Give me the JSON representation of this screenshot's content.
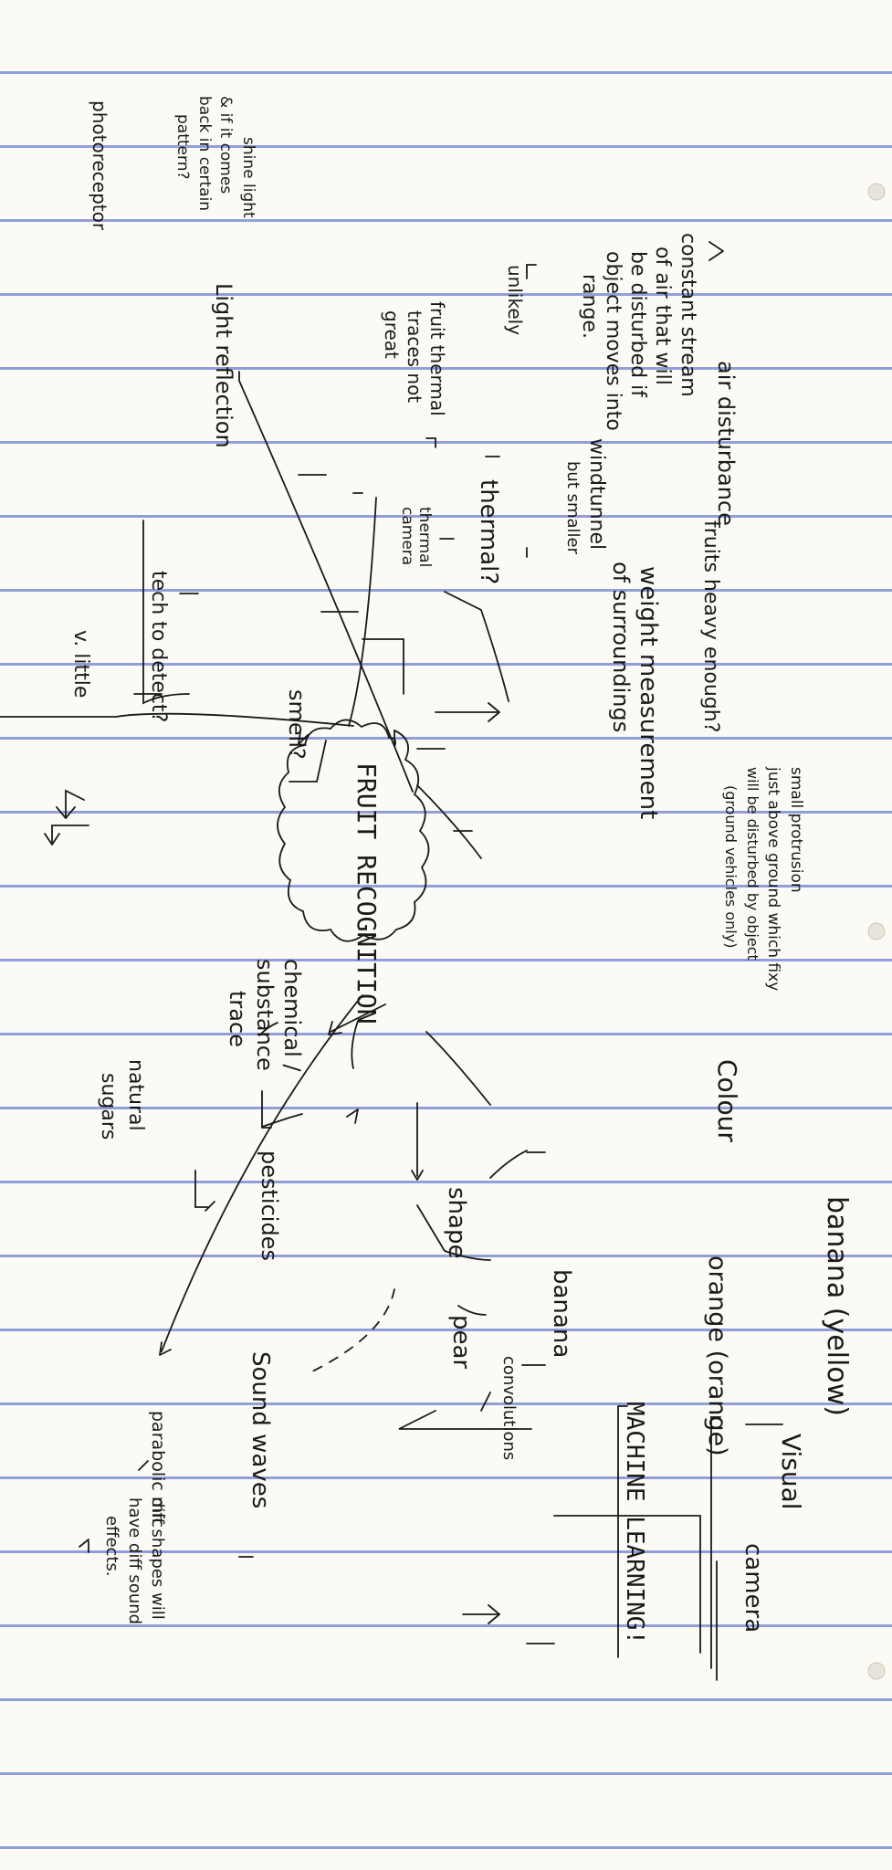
{
  "colors": {
    "ink": "#1c1a18",
    "paper": "#fbfaf4",
    "rule": "#7d8fd6",
    "desk": "#5a3a26"
  },
  "center": {
    "label": "FRUIT RECOGNITION"
  },
  "visual_branch": {
    "colour": "Colour",
    "banana_yellow": "banana (yellow)",
    "orange_orange": "orange (orange)",
    "shape": "shape",
    "banana": "banana",
    "pear": "pear",
    "visual": "Visual",
    "camera": "camera",
    "machine_learning": "MACHINE LEARNING!",
    "convolutions": "convolutions"
  },
  "sound_branch": {
    "sound_waves": "Sound waves",
    "parabolic_mic": "parabolic mic",
    "diff_shapes_1": "diff shapes will",
    "diff_shapes_2": "have diff sound",
    "diff_shapes_3": "effects."
  },
  "chemical_branch": {
    "chemical": "chemical /",
    "substance": "substance",
    "trace": "trace",
    "natural": "natural",
    "sugars": "sugars",
    "pesticides": "pesticides"
  },
  "smell_branch": {
    "smell": "smell?",
    "tech_to_detect": "tech to detect?",
    "v_little": "v. little"
  },
  "weight_branch": {
    "weight_measurement": "weight measurement",
    "of_surroundings": "of surroundings",
    "fruits_heavy_enough": "fruits heavy enough?",
    "small_protrusion": "small protrusion",
    "just_above_ground": "just above ground which fixy",
    "will_be_disturbed": "will be disturbed by object",
    "ground_vehicle": "(ground vehicles only)",
    "air_disturbance": "air disturbance",
    "constant_stream": "constant stream",
    "of_air_that_will": "of air that will",
    "be_disturbed_if": "be disturbed if",
    "object_moves_into": "object moves into",
    "range": "range.",
    "windtunnel": "windtunnel",
    "but_smaller": "but smaller",
    "unlikely": "unlikely"
  },
  "thermal_branch": {
    "thermal": "thermal?",
    "thermal_camera_1": "thermal",
    "thermal_camera_2": "camera",
    "fruit_thermal_1": "fruit thermal",
    "fruit_thermal_2": "traces not",
    "fruit_thermal_3": "great"
  },
  "light_branch": {
    "light_reflection": "Light reflection",
    "shine_light_1": "shine light",
    "shine_light_2": "& if it comes",
    "shine_light_3": "back in certain",
    "shine_light_4": "pattern?",
    "photoreceptor": "photoreceptor"
  }
}
